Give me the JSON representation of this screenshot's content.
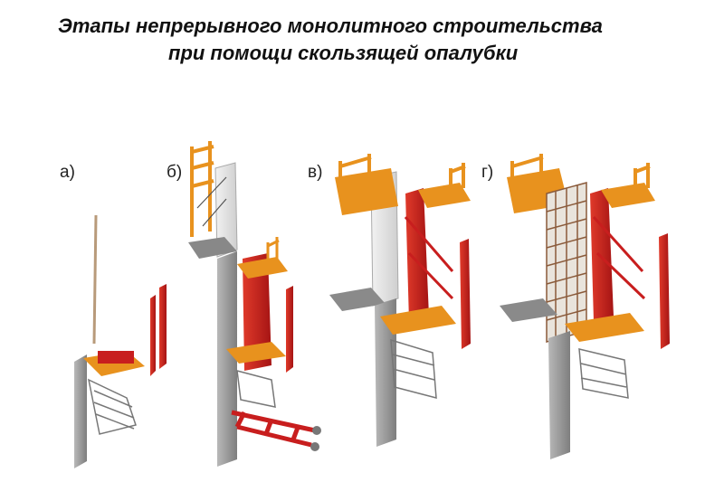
{
  "title": {
    "line1": "Этапы непрерывного монолитного строительства",
    "line2": "при помощи скользящей опалубки"
  },
  "stages": [
    {
      "label": "а)"
    },
    {
      "label": "б)"
    },
    {
      "label": "в)"
    },
    {
      "label": "г)"
    }
  ],
  "colors": {
    "formwork_red": "#c81e1e",
    "platform_orange": "#e8921e",
    "concrete_gray": "#9a9a9a",
    "rebar_brown": "#8a5a3a"
  }
}
